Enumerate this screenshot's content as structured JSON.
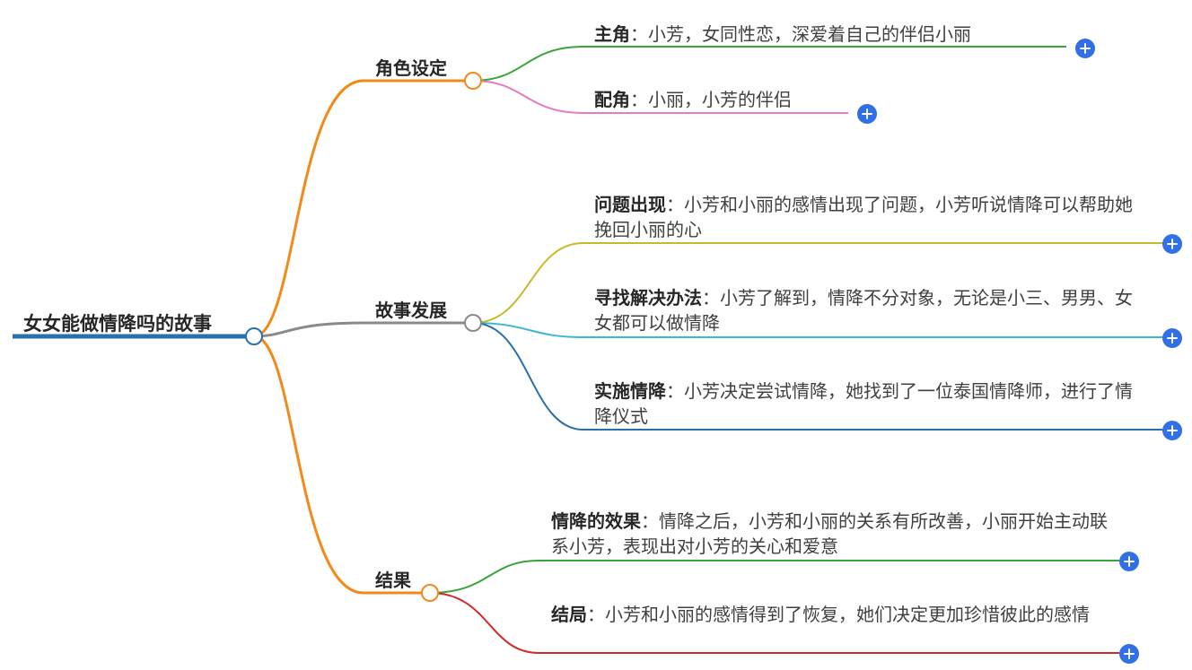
{
  "colors": {
    "root_line": "#2a6fb0",
    "main_orange": "#f28a1a",
    "gray": "#8a8a8a",
    "green": "#3aa33a",
    "pink": "#e47cc0",
    "olive": "#c4bb2c",
    "cyan": "#3ab8d0",
    "blue": "#2b6fa8",
    "red": "#d22a2a",
    "expand_button": "#2f6fe8"
  },
  "root": {
    "label": "女女能做情降吗的故事"
  },
  "branches": [
    {
      "label": "角色设定",
      "children": [
        {
          "key": "主角",
          "sep": "：",
          "text": "小芳，女同性恋，深爱着自己的伴侣小丽"
        },
        {
          "key": "配角",
          "sep": "：",
          "text": "小丽，小芳的伴侣"
        }
      ]
    },
    {
      "label": "故事发展",
      "children": [
        {
          "key": "问题出现",
          "sep": "：",
          "text": "小芳和小丽的感情出现了问题，小芳听说情降可以帮助她挽回小丽的心"
        },
        {
          "key": "寻找解决办法",
          "sep": "：",
          "text": "小芳了解到，情降不分对象，无论是小三、男男、女女都可以做情降"
        },
        {
          "key": "实施情降",
          "sep": "：",
          "text": "小芳决定尝试情降，她找到了一位泰国情降师，进行了情降仪式"
        }
      ]
    },
    {
      "label": "结果",
      "children": [
        {
          "key": "情降的效果",
          "sep": "：",
          "text": "情降之后，小芳和小丽的关系有所改善，小丽开始主动联系小芳，表现出对小芳的关心和爱意"
        },
        {
          "key": "结局",
          "sep": "：",
          "text": "小芳和小丽的感情得到了恢复，她们决定更加珍惜彼此的感情"
        }
      ]
    }
  ]
}
